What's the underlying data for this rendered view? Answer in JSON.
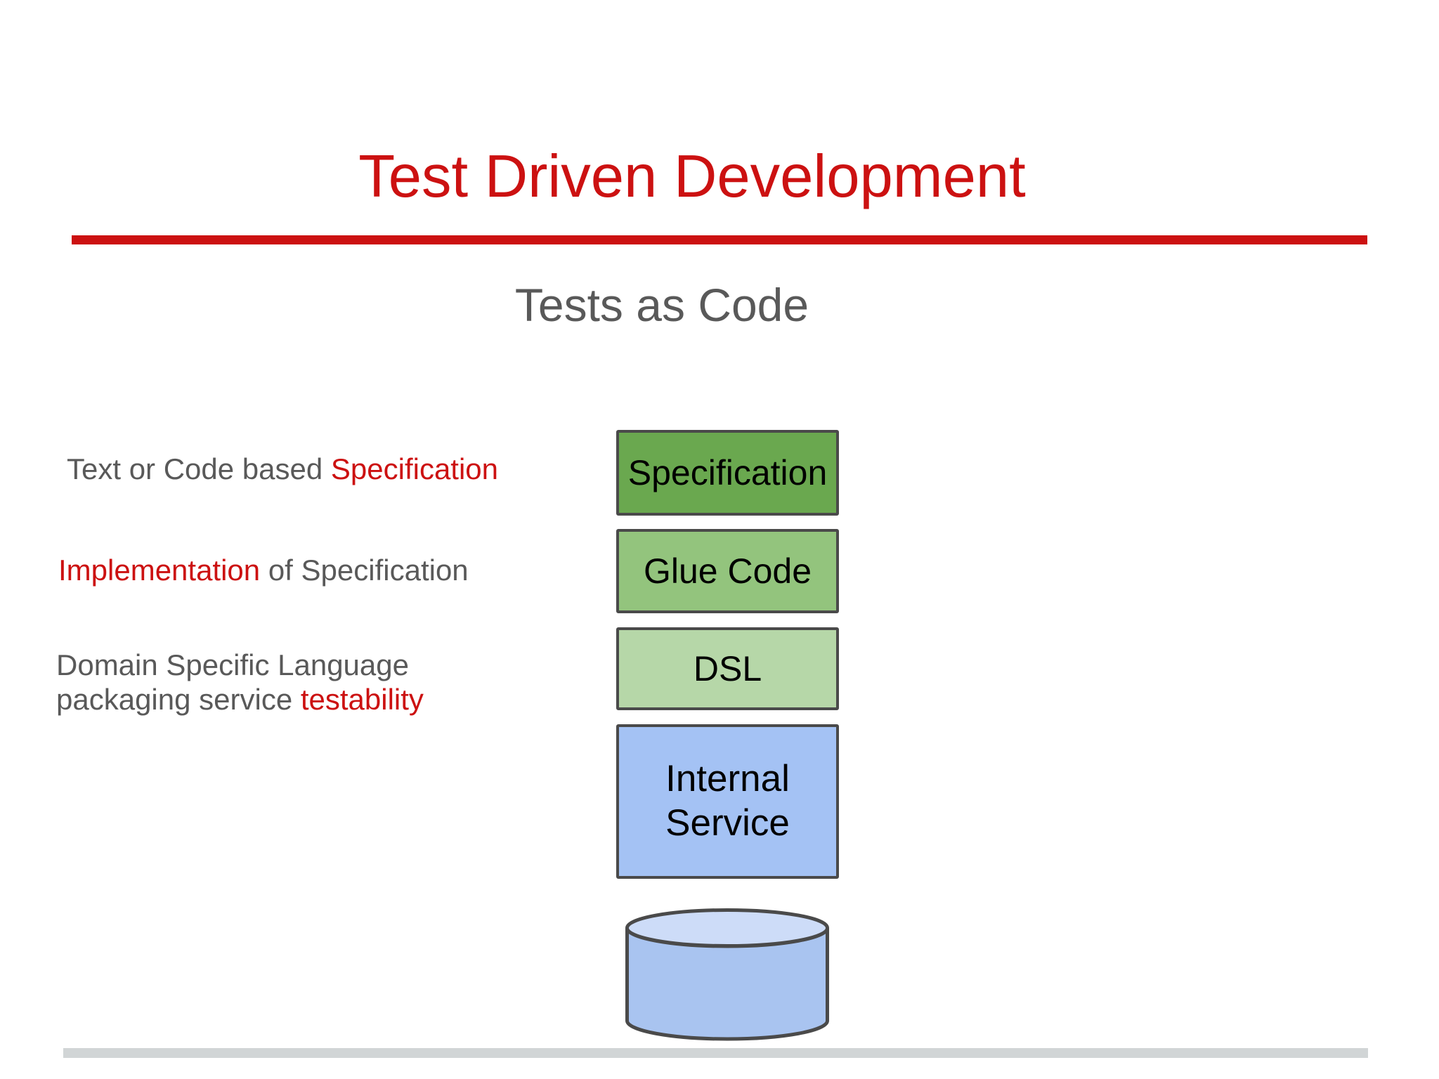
{
  "slide": {
    "title": "Test Driven Development",
    "subtitle": "Tests as Code",
    "colors": {
      "accent_red": "#cc1111",
      "text_gray": "#595959",
      "box_border": "#4a4a4a",
      "box_text": "#000000",
      "footer_bar": "#d1d5d6"
    },
    "annotations": {
      "line1": {
        "gray": "Text or Code based ",
        "red": "Specification"
      },
      "line2": {
        "red": "Implementation",
        "gray": " of Specification"
      },
      "line3": {
        "gray": "Domain Specific Language packaging service ",
        "red": "testability"
      }
    },
    "stack": {
      "boxes": [
        {
          "label": "Specification",
          "fill": "#6aa84f"
        },
        {
          "label": "Glue Code",
          "fill": "#93c47d"
        },
        {
          "label": "DSL",
          "fill": "#b6d7a8"
        },
        {
          "label": "Internal Service",
          "fill": "#a4c2f4"
        }
      ],
      "database": {
        "icon": "database-cylinder-icon",
        "body_fill": "#a9c4f0",
        "top_fill": "#cddcf8",
        "stroke": "#4a4a4a"
      }
    }
  }
}
